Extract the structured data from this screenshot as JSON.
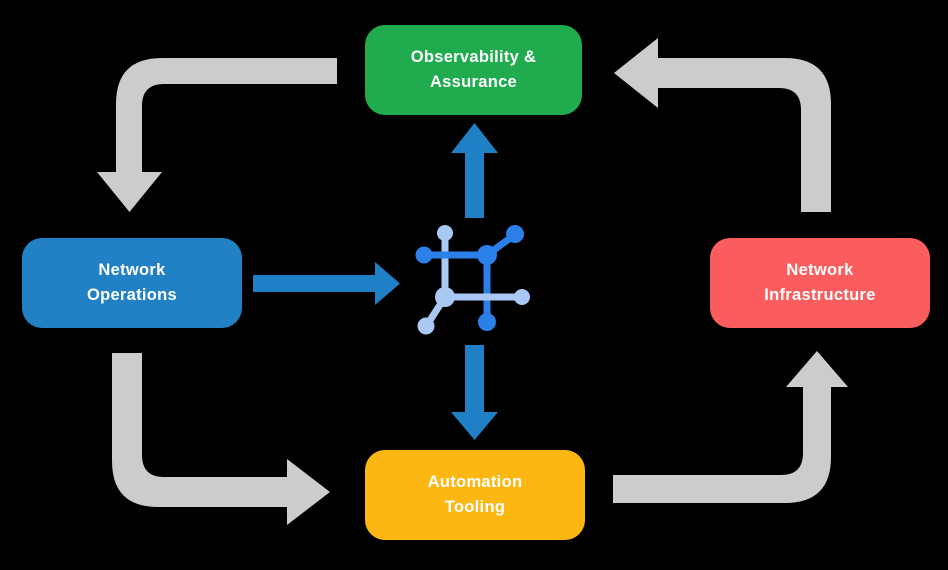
{
  "boxes": {
    "observability": {
      "line1": "Observability &",
      "line2": "Assurance",
      "color": "#21AB4F"
    },
    "operations": {
      "line1": "Network",
      "line2": "Operations",
      "color": "#2181C4"
    },
    "infrastructure": {
      "line1": "Network",
      "line2": "Infrastructure",
      "color": "#FB5D5E"
    },
    "automation": {
      "line1": "Automation",
      "line2": "Tooling",
      "color": "#FCB713"
    }
  },
  "colors": {
    "background": "#000000",
    "text": "#FFFFFF",
    "cycle_arrow": "#CCCCCC",
    "flow_arrow": "#2080C6",
    "icon_dark": "#2B7FE9",
    "icon_light": "#A9C9F4"
  },
  "icons": {
    "center": "network-mesh-icon"
  }
}
